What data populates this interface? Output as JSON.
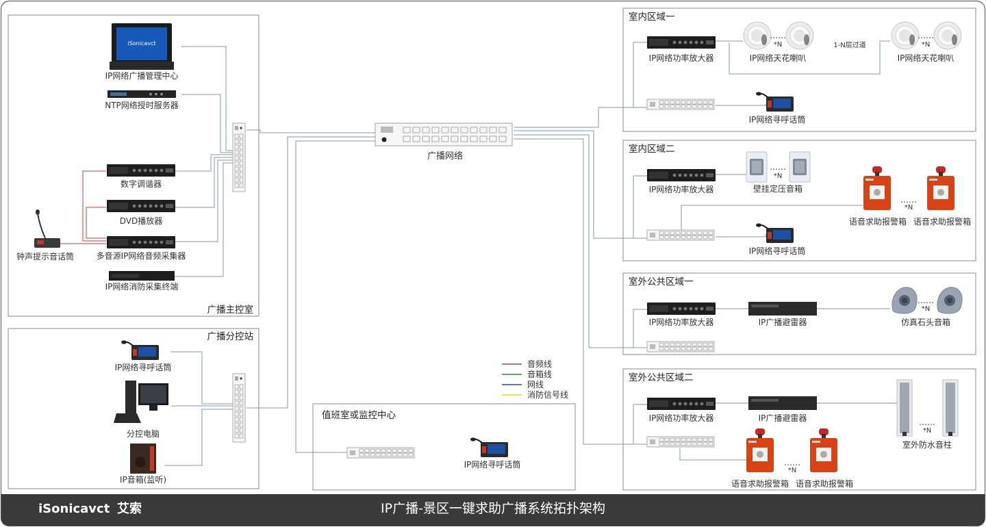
{
  "footer": {
    "brand_en": "iSonicavct",
    "brand_cn": "艾索",
    "title": "IP广播-景区一键求助广播系统拓扑架构"
  },
  "panels": {
    "main_control": "广播主控室",
    "sub_control": "广播分控站",
    "duty_room": "值班室或监控中心",
    "indoor1": "室内区域一",
    "indoor2": "室内区域二",
    "outdoor1": "室外公共区域一",
    "outdoor2": "室外公共区域二"
  },
  "labels": {
    "mgmt_center": "IP网络广播管理中心",
    "ntp_server": "NTP网络授时服务器",
    "tuner": "数字调谐器",
    "dvd": "DVD播放器",
    "audio_collector": "多音源IP网络音频采集器",
    "fire_terminal": "IP网络消防采集终端",
    "chime_mic": "钟声提示音话筒",
    "network": "广播网络",
    "paging_mic": "IP网络寻呼话筒",
    "sub_pc": "分控电脑",
    "ip_speaker": "IP音箱(监听)",
    "amplifier": "IP网络功率放大器",
    "ceiling_speaker": "IP网络天花喇叭",
    "transition": "1-N层过道",
    "wall_speaker": "壁挂定压音箱",
    "help_alarm": "语音求助报警箱",
    "lightning": "IP广播避雷器",
    "rock_speaker": "仿真石头音箱",
    "column_speaker": "室外防水音柱",
    "n_mark": "*N",
    "dots": "……"
  },
  "legend": [
    {
      "label": "音频线",
      "color": "#d9363e"
    },
    {
      "label": "音箱线",
      "color": "#2e8b3e"
    },
    {
      "label": "网线",
      "color": "#2549a8"
    },
    {
      "label": "消防信号线",
      "color": "#e8d31f"
    }
  ],
  "colors": {
    "network_line": "#7f98b2",
    "audio_line": "#d9363e",
    "border": "#777777",
    "footer_bg": "#3a3a3a"
  }
}
